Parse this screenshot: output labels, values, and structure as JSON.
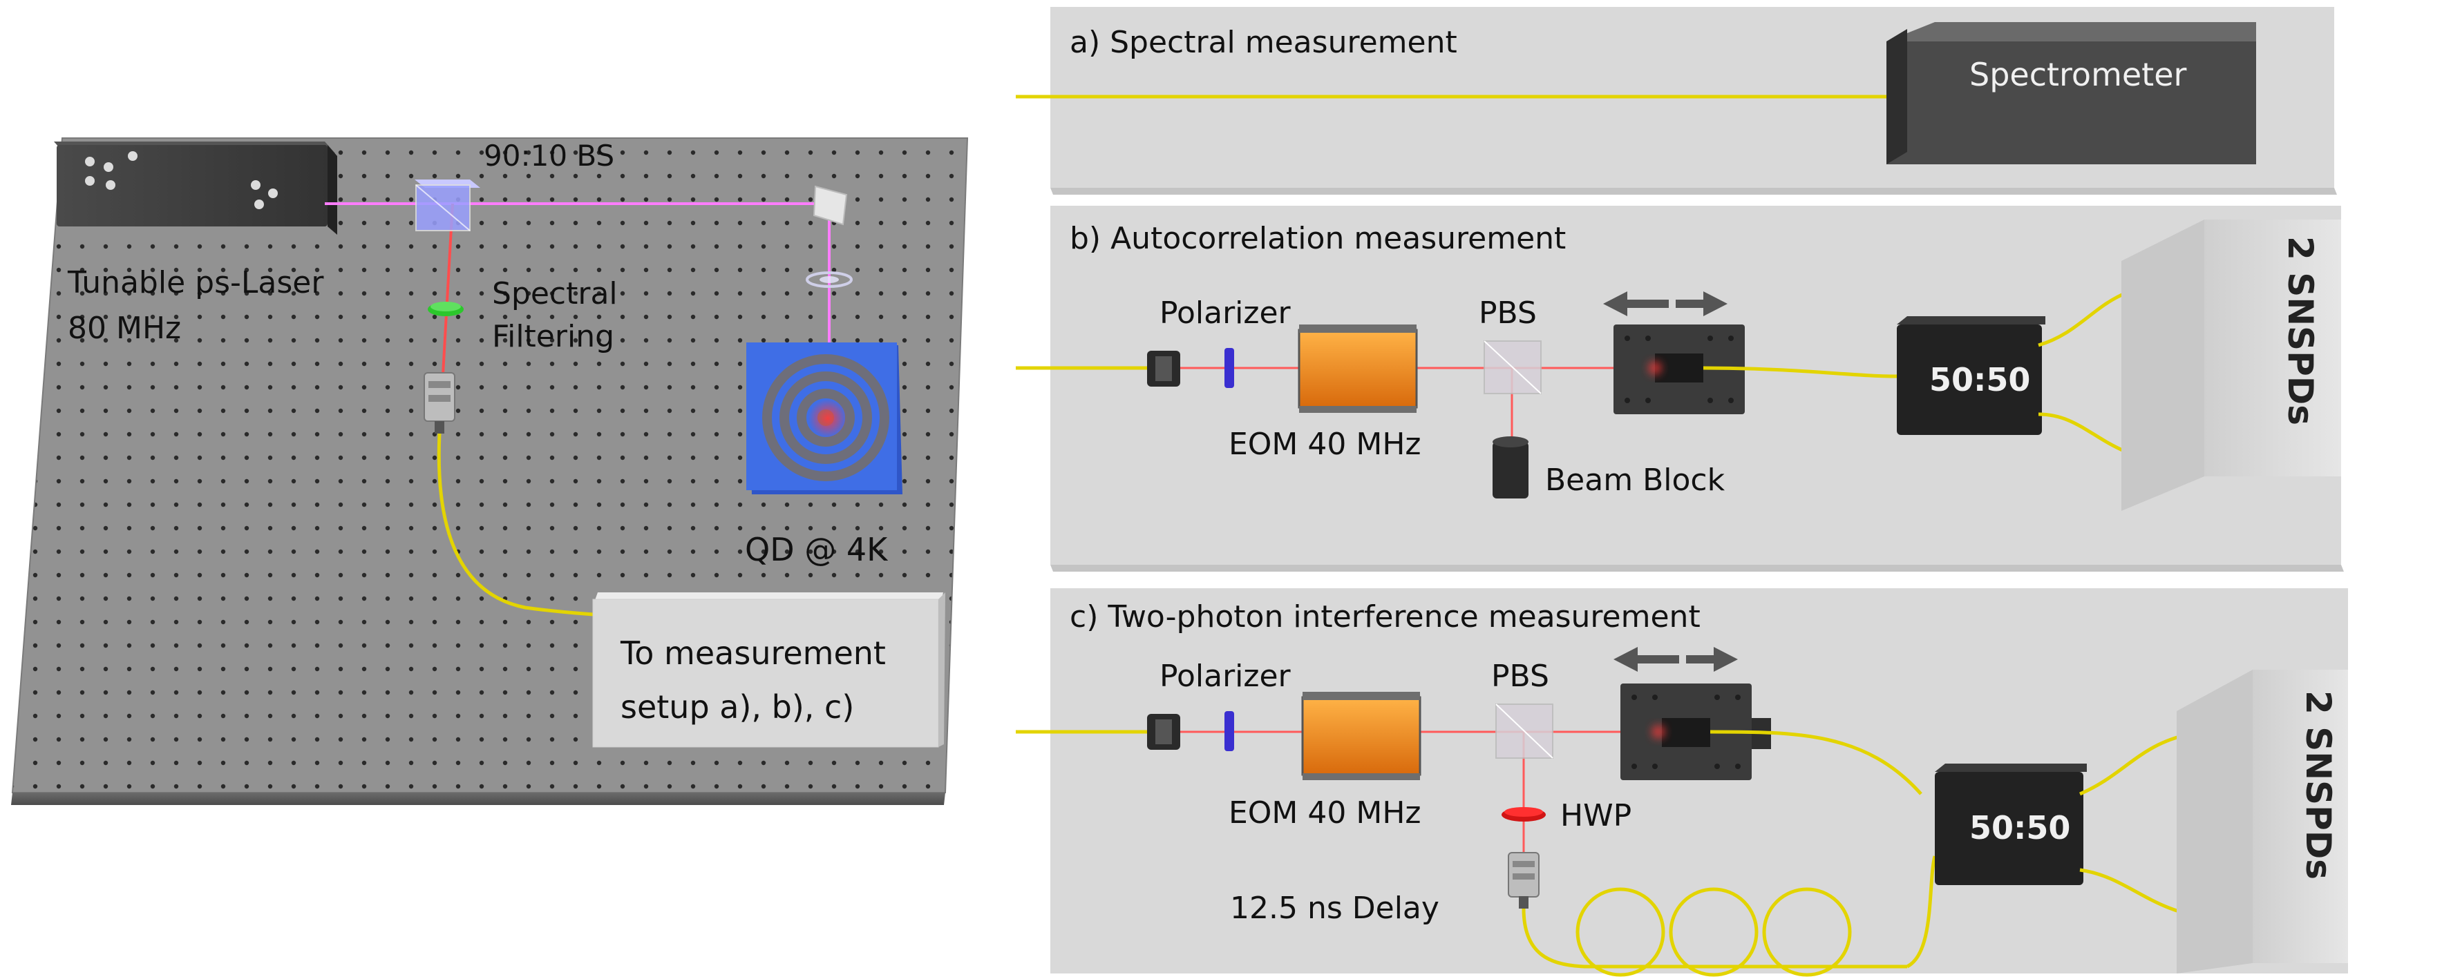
{
  "left_setup": {
    "laser_label_line1": "Tunable ps-Laser",
    "laser_label_line2": "80 MHz",
    "beamsplitter_label": "90:10 BS",
    "filter_label_line1": "Spectral",
    "filter_label_line2": "Filtering",
    "qd_label": "QD @ 4K",
    "output_label_line1": "To measurement",
    "output_label_line2": "setup a), b), c)"
  },
  "panel_a": {
    "title": "a) Spectral measurement",
    "spectrometer_label": "Spectrometer"
  },
  "panel_b": {
    "title": "b) Autocorrelation measurement",
    "polarizer_label": "Polarizer",
    "eom_label": "EOM 40 MHz",
    "pbs_label": "PBS",
    "beam_block_label": "Beam Block",
    "splitter_label": "50:50",
    "detector_label": "2 SNSPDs"
  },
  "panel_c": {
    "title": "c) Two-photon interference measurement",
    "polarizer_label": "Polarizer",
    "eom_label": "EOM 40 MHz",
    "pbs_label": "PBS",
    "hwp_label": "HWP",
    "delay_label": "12.5 ns Delay",
    "splitter_label": "50:50",
    "detector_label": "2 SNSPDs"
  },
  "colors": {
    "fiber": "#e3d400",
    "laser_beam": "#f04cff",
    "qd_beam": "#ff3a3a",
    "qd_chip": "#3f6ee6",
    "eom_crystal": "#f08a1e",
    "table": "#8e8e8e",
    "panel": "#d9d9d9"
  },
  "icons": {
    "mirror": "mirror-icon",
    "lens": "lens-icon",
    "fiber_coupler": "fiber-coupler-icon",
    "translation_stage_arrow": "double-arrow-icon"
  }
}
